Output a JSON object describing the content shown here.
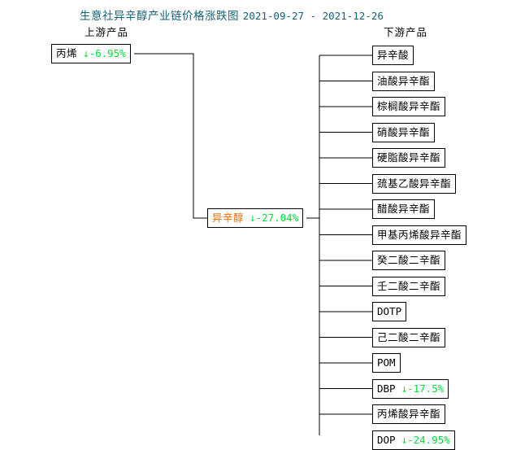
{
  "chart_data": {
    "type": "diagram",
    "title": "生意社异辛醇产业链价格涨跌图",
    "date_range": "2021-09-27 - 2021-12-26",
    "center": {
      "name": "异辛醇",
      "change": "-27.04%",
      "direction": "down",
      "arrow": "↓"
    },
    "upstream": [
      {
        "name": "丙烯",
        "change": "-6.95%",
        "direction": "down",
        "arrow": "↓"
      }
    ],
    "downstream": [
      {
        "name": "异辛酸",
        "change": null
      },
      {
        "name": "油酸异辛酯",
        "change": null
      },
      {
        "name": "棕榈酸异辛酯",
        "change": null
      },
      {
        "name": "硝酸异辛酯",
        "change": null
      },
      {
        "name": "硬脂酸异辛酯",
        "change": null
      },
      {
        "name": "巯基乙酸异辛酯",
        "change": null
      },
      {
        "name": "醋酸异辛酯",
        "change": null
      },
      {
        "name": "甲基丙烯酸异辛酯",
        "change": null
      },
      {
        "name": "癸二酸二辛酯",
        "change": null
      },
      {
        "name": "壬二酸二辛酯",
        "change": null
      },
      {
        "name": "DOTP",
        "change": null
      },
      {
        "name": "己二酸二辛酯",
        "change": null
      },
      {
        "name": "POM",
        "change": null
      },
      {
        "name": "DBP",
        "change": "-17.5%",
        "direction": "down",
        "arrow": "↓"
      },
      {
        "name": "丙烯酸异辛酯",
        "change": null
      },
      {
        "name": "DOP",
        "change": "-24.95%",
        "direction": "down",
        "arrow": "↓"
      }
    ],
    "colors": {
      "title": "#16627a",
      "center_name": "#ff6a00",
      "down_change": "#00e03c",
      "line": "#000000",
      "box_border": "#000000",
      "background": "#ffffff"
    }
  },
  "header": {
    "title_text": "生意社异辛醇产业链价格涨跌图",
    "date_range": "2021-09-27 - 2021-12-26"
  },
  "columns": {
    "upstream_label": "上游产品",
    "downstream_label": "下游产品"
  },
  "upstream": {
    "items": [
      {
        "name": "丙烯",
        "change": "↓-6.95%"
      }
    ]
  },
  "center": {
    "name": "异辛醇",
    "change": "↓-27.04%"
  },
  "downstream": {
    "items": [
      {
        "name": "异辛酸",
        "change": ""
      },
      {
        "name": "油酸异辛酯",
        "change": ""
      },
      {
        "name": "棕榈酸异辛酯",
        "change": ""
      },
      {
        "name": "硝酸异辛酯",
        "change": ""
      },
      {
        "name": "硬脂酸异辛酯",
        "change": ""
      },
      {
        "name": "巯基乙酸异辛酯",
        "change": ""
      },
      {
        "name": "醋酸异辛酯",
        "change": ""
      },
      {
        "name": "甲基丙烯酸异辛酯",
        "change": ""
      },
      {
        "name": "癸二酸二辛酯",
        "change": ""
      },
      {
        "name": "壬二酸二辛酯",
        "change": ""
      },
      {
        "name": "DOTP",
        "change": ""
      },
      {
        "name": "己二酸二辛酯",
        "change": ""
      },
      {
        "name": "POM",
        "change": ""
      },
      {
        "name": "DBP",
        "change": "↓-17.5%"
      },
      {
        "name": "丙烯酸异辛酯",
        "change": ""
      },
      {
        "name": "DOP",
        "change": "↓-24.95%"
      }
    ]
  }
}
